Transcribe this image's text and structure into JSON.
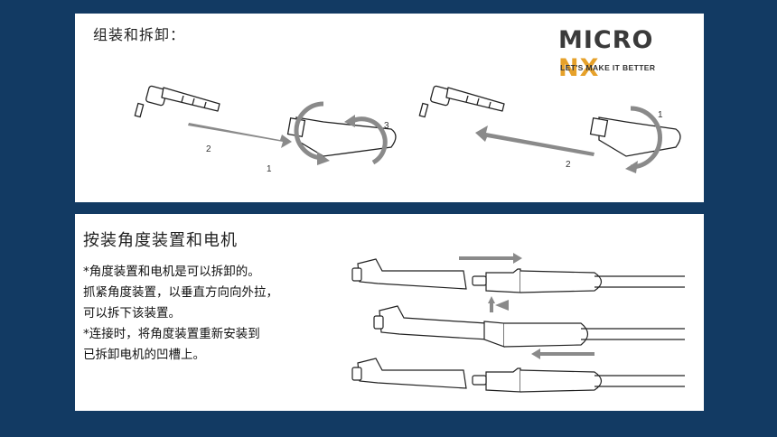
{
  "assembly": {
    "title": "组装和拆卸：",
    "labels_left": {
      "one": "1",
      "two": "2",
      "three": "3"
    },
    "labels_right": {
      "one": "1",
      "two": "2"
    }
  },
  "logo": {
    "brand_main": "MICRO",
    "brand_accent": "NX",
    "tagline": "LET'S MAKE IT BETTER",
    "accent_color": "#e6a12a",
    "main_color": "#3a3a3a"
  },
  "attach": {
    "title": "按装角度装置和电机",
    "notes": [
      "*角度装置和电机是可以拆卸的。",
      " 抓紧角度装置，以垂直方向向外拉，",
      " 可以拆下该装置。",
      "*连接时，将角度装置重新安装到",
      " 已拆卸电机的凹槽上。"
    ]
  },
  "colors": {
    "background": "#123a63",
    "panel": "#ffffff",
    "line": "#222222",
    "arrow": "#8a8a8a"
  }
}
